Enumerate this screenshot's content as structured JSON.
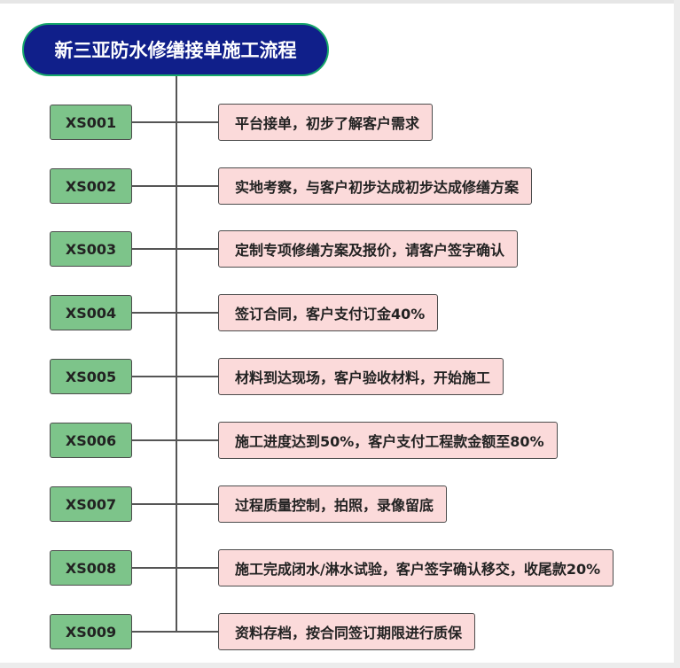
{
  "title": "新三亚防水修缮接单施工流程",
  "steps": [
    {
      "code": "XS001",
      "text": "平台接单，初步了解客户需求"
    },
    {
      "code": "XS002",
      "text": "实地考察，与客户初步达成初步达成修缮方案"
    },
    {
      "code": "XS003",
      "text": "定制专项修缮方案及报价，请客户签字确认"
    },
    {
      "code": "XS004",
      "text": "签订合同，客户支付订金40%"
    },
    {
      "code": "XS005",
      "text": "材料到达现场，客户验收材料，开始施工"
    },
    {
      "code": "XS006",
      "text": "施工进度达到50%，客户支付工程款金额至80%"
    },
    {
      "code": "XS007",
      "text": "过程质量控制，拍照，录像留底"
    },
    {
      "code": "XS008",
      "text": "施工完成闭水/淋水试验，客户签字确认移交，收尾款20%"
    },
    {
      "code": "XS009",
      "text": "资料存档，按合同签订期限进行质保"
    }
  ],
  "colors": {
    "title_bg": "#101f8a",
    "title_border": "#17a86a",
    "code_bg": "#7dc48a",
    "desc_bg": "#fbdada",
    "connector": "#555555"
  }
}
